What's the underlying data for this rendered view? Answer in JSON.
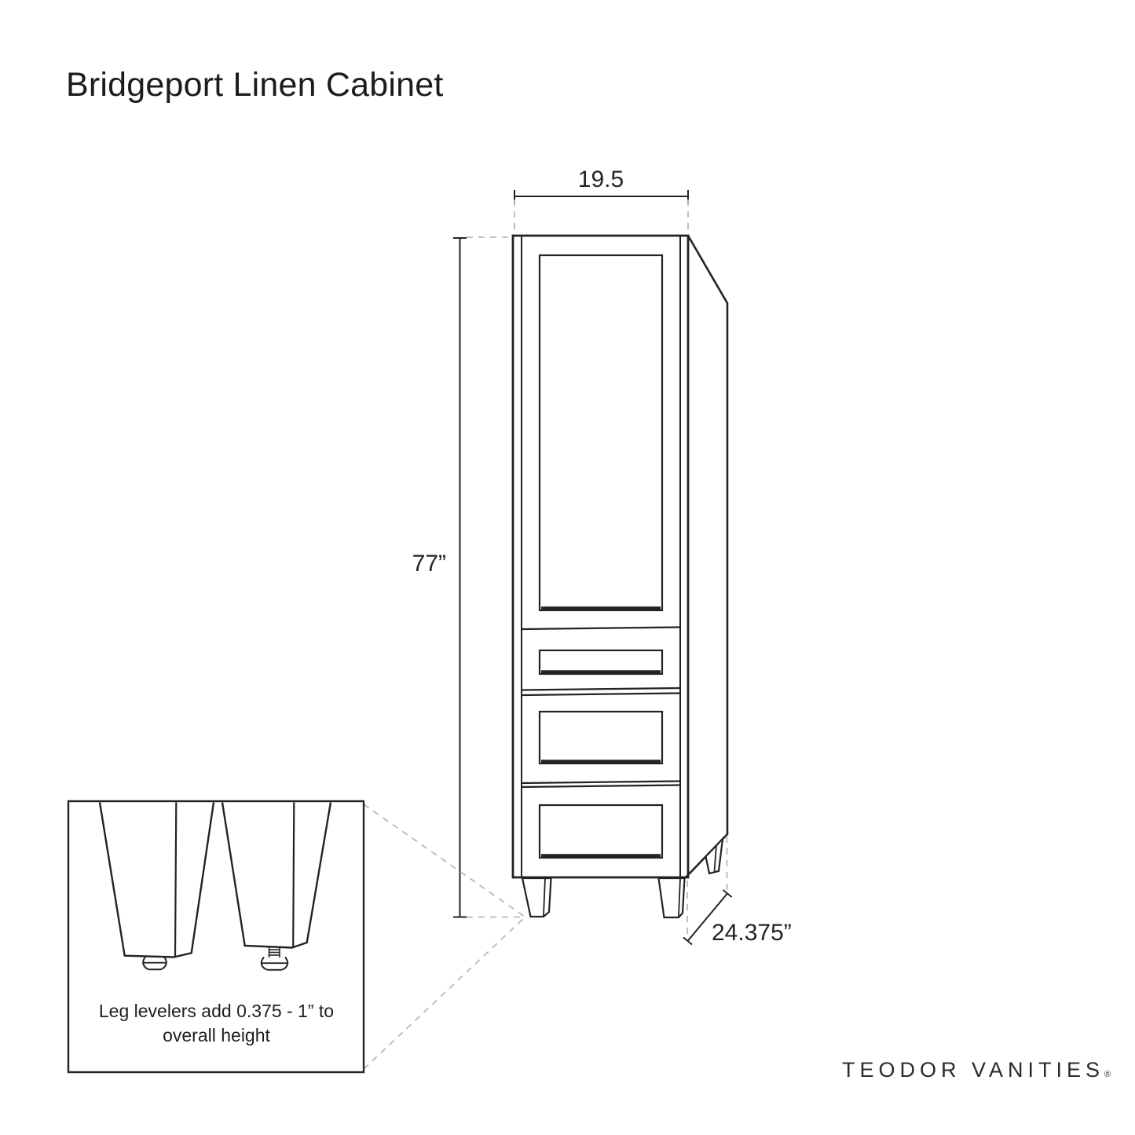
{
  "page": {
    "title": "Bridgeport Linen Cabinet"
  },
  "cabinet": {
    "name": "Bridgeport Linen Cabinet",
    "dimensions": {
      "width_in": "19.5",
      "height_in": "77”",
      "depth_in": "24.375”"
    }
  },
  "inset": {
    "note_line1": "Leg levelers add 0.375 - 1” to",
    "note_line2": "overall height"
  },
  "branding": {
    "logo": "TEODOR VANITIES",
    "mark": "®"
  },
  "colors": {
    "line": "#232323",
    "dashed_line": "#b8b8b8",
    "background": "#ffffff",
    "text": "#1e1e1e"
  }
}
